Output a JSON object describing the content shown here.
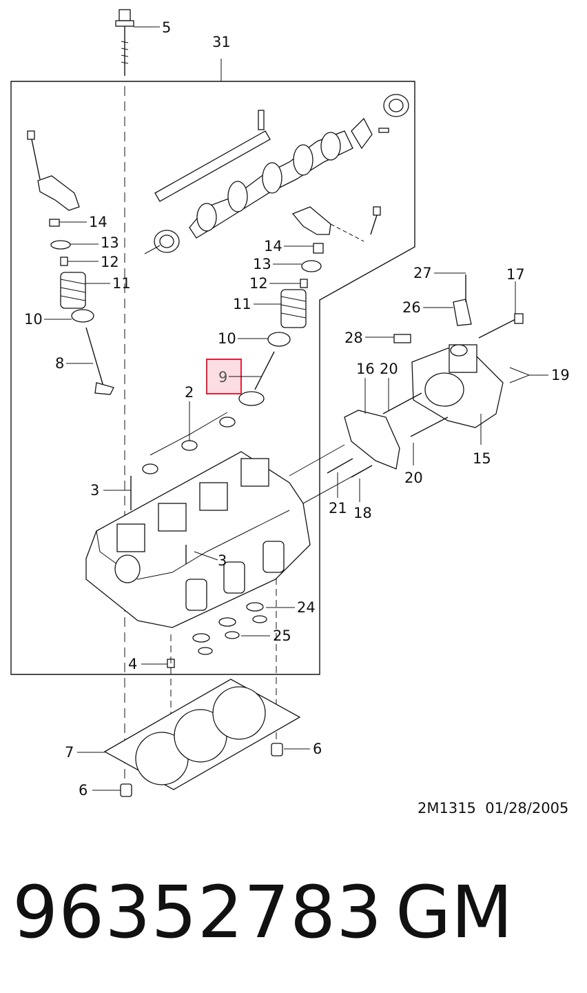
{
  "callouts": [
    "5",
    "31",
    "14",
    "13",
    "12",
    "11",
    "10",
    "8",
    "14",
    "13",
    "12",
    "11",
    "10",
    "9",
    "2",
    "3",
    "3",
    "27",
    "17",
    "26",
    "28",
    "16",
    "20",
    "19",
    "15",
    "20",
    "21",
    "18",
    "24",
    "25",
    "4",
    "6",
    "7",
    "6"
  ],
  "highlight": {
    "label": "9",
    "color": "#e0203a"
  },
  "footer": {
    "code": "2M1315  01/28/2005",
    "part_number": "96352783",
    "brand": "GM"
  }
}
